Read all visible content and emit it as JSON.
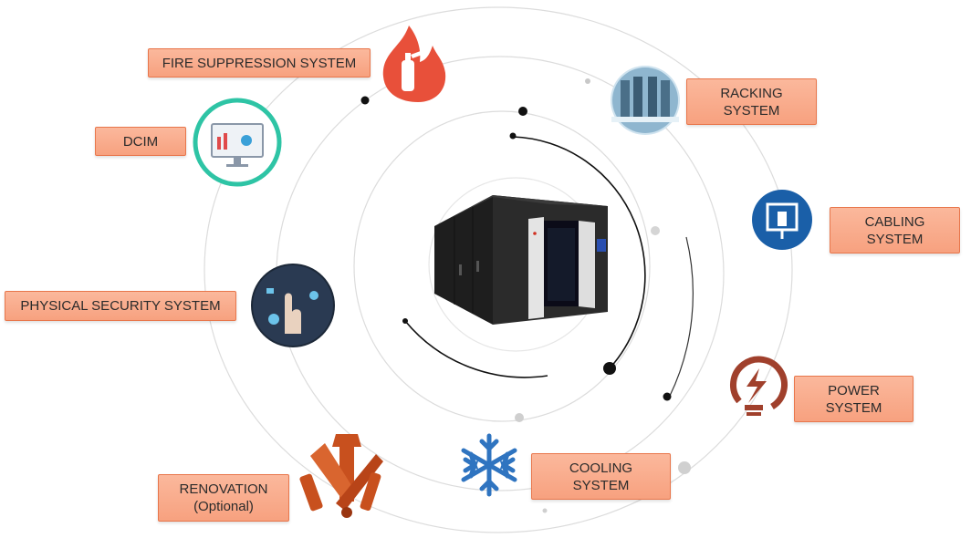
{
  "center": {
    "icon": "modular-data-center-icon"
  },
  "systems": [
    {
      "id": "fire",
      "lines": [
        "FIRE SUPPRESSION  SYSTEM"
      ],
      "icon": "fire-extinguisher-icon"
    },
    {
      "id": "dcim",
      "lines": [
        "DCIM"
      ],
      "icon": "monitor-dashboard-icon"
    },
    {
      "id": "physical-security",
      "lines": [
        "PHYSICAL SECURITY SYSTEM"
      ],
      "icon": "touch-security-icon"
    },
    {
      "id": "renovation",
      "lines": [
        "RENOVATION",
        "(Optional)"
      ],
      "icon": "tools-icon"
    },
    {
      "id": "cooling",
      "lines": [
        "COOLING",
        "SYSTEM"
      ],
      "icon": "snowflake-icon"
    },
    {
      "id": "power",
      "lines": [
        "POWER",
        "SYSTEM"
      ],
      "icon": "power-bulb-icon"
    },
    {
      "id": "cabling",
      "lines": [
        "CABLING",
        "SYSTEM"
      ],
      "icon": "ethernet-port-icon"
    },
    {
      "id": "racking",
      "lines": [
        "RACKING",
        "SYSTEM"
      ],
      "icon": "server-room-icon"
    }
  ],
  "colors": {
    "label_fill": "#f9ab8a",
    "label_border": "#e8764b",
    "fire": "#e8503a",
    "cooling": "#2f74c0",
    "cabling": "#1a5fa8",
    "power": "#a0402c",
    "renovation": "#c8501e",
    "dcim_ring": "#2ec4a5"
  }
}
